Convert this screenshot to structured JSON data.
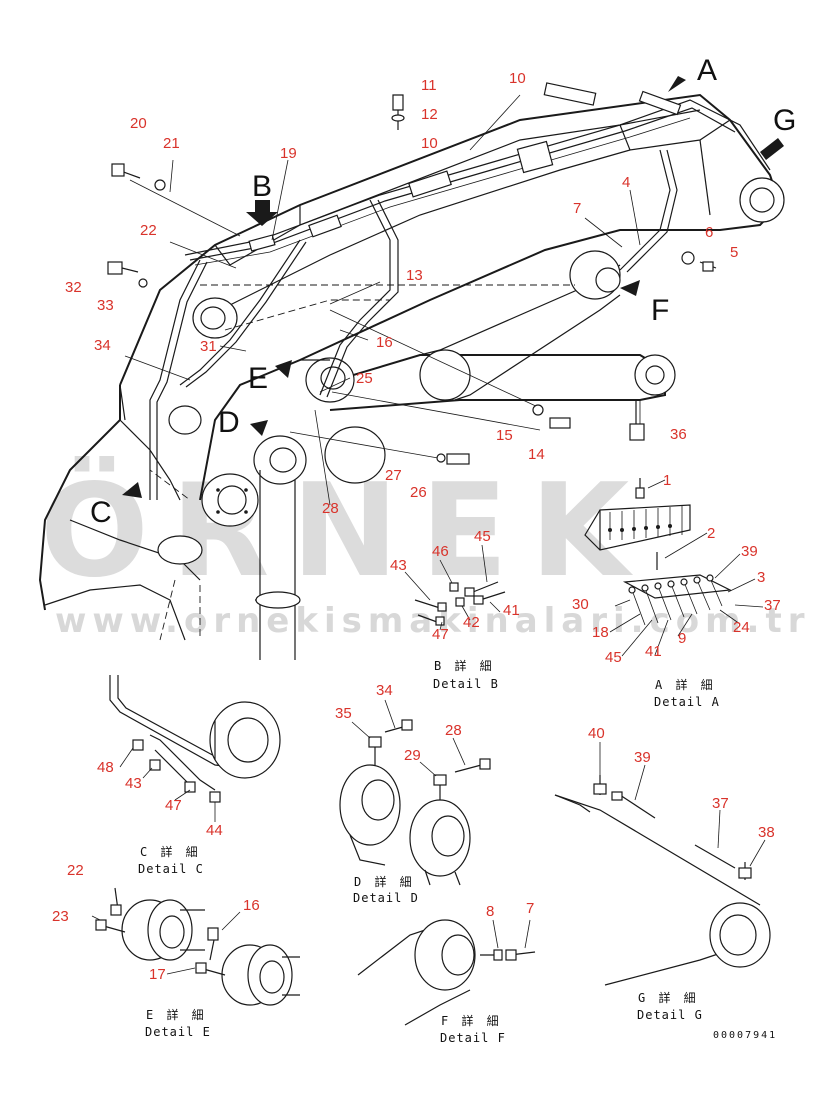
{
  "watermark": {
    "brand": "ÖRNEK",
    "url": "www.ornekismakinalari.com.tr"
  },
  "view_letters": [
    "A",
    "G",
    "B",
    "F",
    "E",
    "D",
    "C"
  ],
  "callouts_main": {
    "n11": "11",
    "n12": "12",
    "n10a": "10",
    "n10b": "10",
    "n20": "20",
    "n21": "21",
    "n19": "19",
    "n22": "22",
    "n4": "4",
    "n7": "7",
    "n6": "6",
    "n5": "5",
    "n13": "13",
    "n16": "16",
    "n32": "32",
    "n33": "33",
    "n31": "31",
    "n34": "34",
    "n25": "25",
    "n15": "15",
    "n14": "14",
    "n36": "36",
    "n27": "27",
    "n26": "26",
    "n28": "28"
  },
  "detail_a": {
    "labels": [
      "1",
      "2",
      "39",
      "3",
      "30",
      "37",
      "18",
      "24",
      "9",
      "45",
      "41"
    ],
    "caption_jp": "A 詳 細",
    "caption_en": "Detail A"
  },
  "detail_b": {
    "labels": [
      "46",
      "45",
      "43",
      "41",
      "42",
      "47"
    ],
    "caption_jp": "B 詳 細",
    "caption_en": "Detail B"
  },
  "detail_c": {
    "labels": [
      "48",
      "43",
      "47",
      "44"
    ],
    "caption_jp": "C 詳 細",
    "caption_en": "Detail C"
  },
  "detail_d": {
    "labels": [
      "34",
      "35",
      "28",
      "29"
    ],
    "caption_jp": "D 詳 細",
    "caption_en": "Detail D"
  },
  "detail_e": {
    "labels": [
      "22",
      "23",
      "16",
      "17"
    ],
    "caption_jp": "E 詳 細",
    "caption_en": "Detail E"
  },
  "detail_f": {
    "labels": [
      "8",
      "7"
    ],
    "caption_jp": "F 詳 細",
    "caption_en": "Detail F"
  },
  "detail_g": {
    "labels": [
      "40",
      "39",
      "37",
      "38"
    ],
    "caption_jp": "G 詳 細",
    "caption_en": "Detail G"
  },
  "document_number": "00007941"
}
